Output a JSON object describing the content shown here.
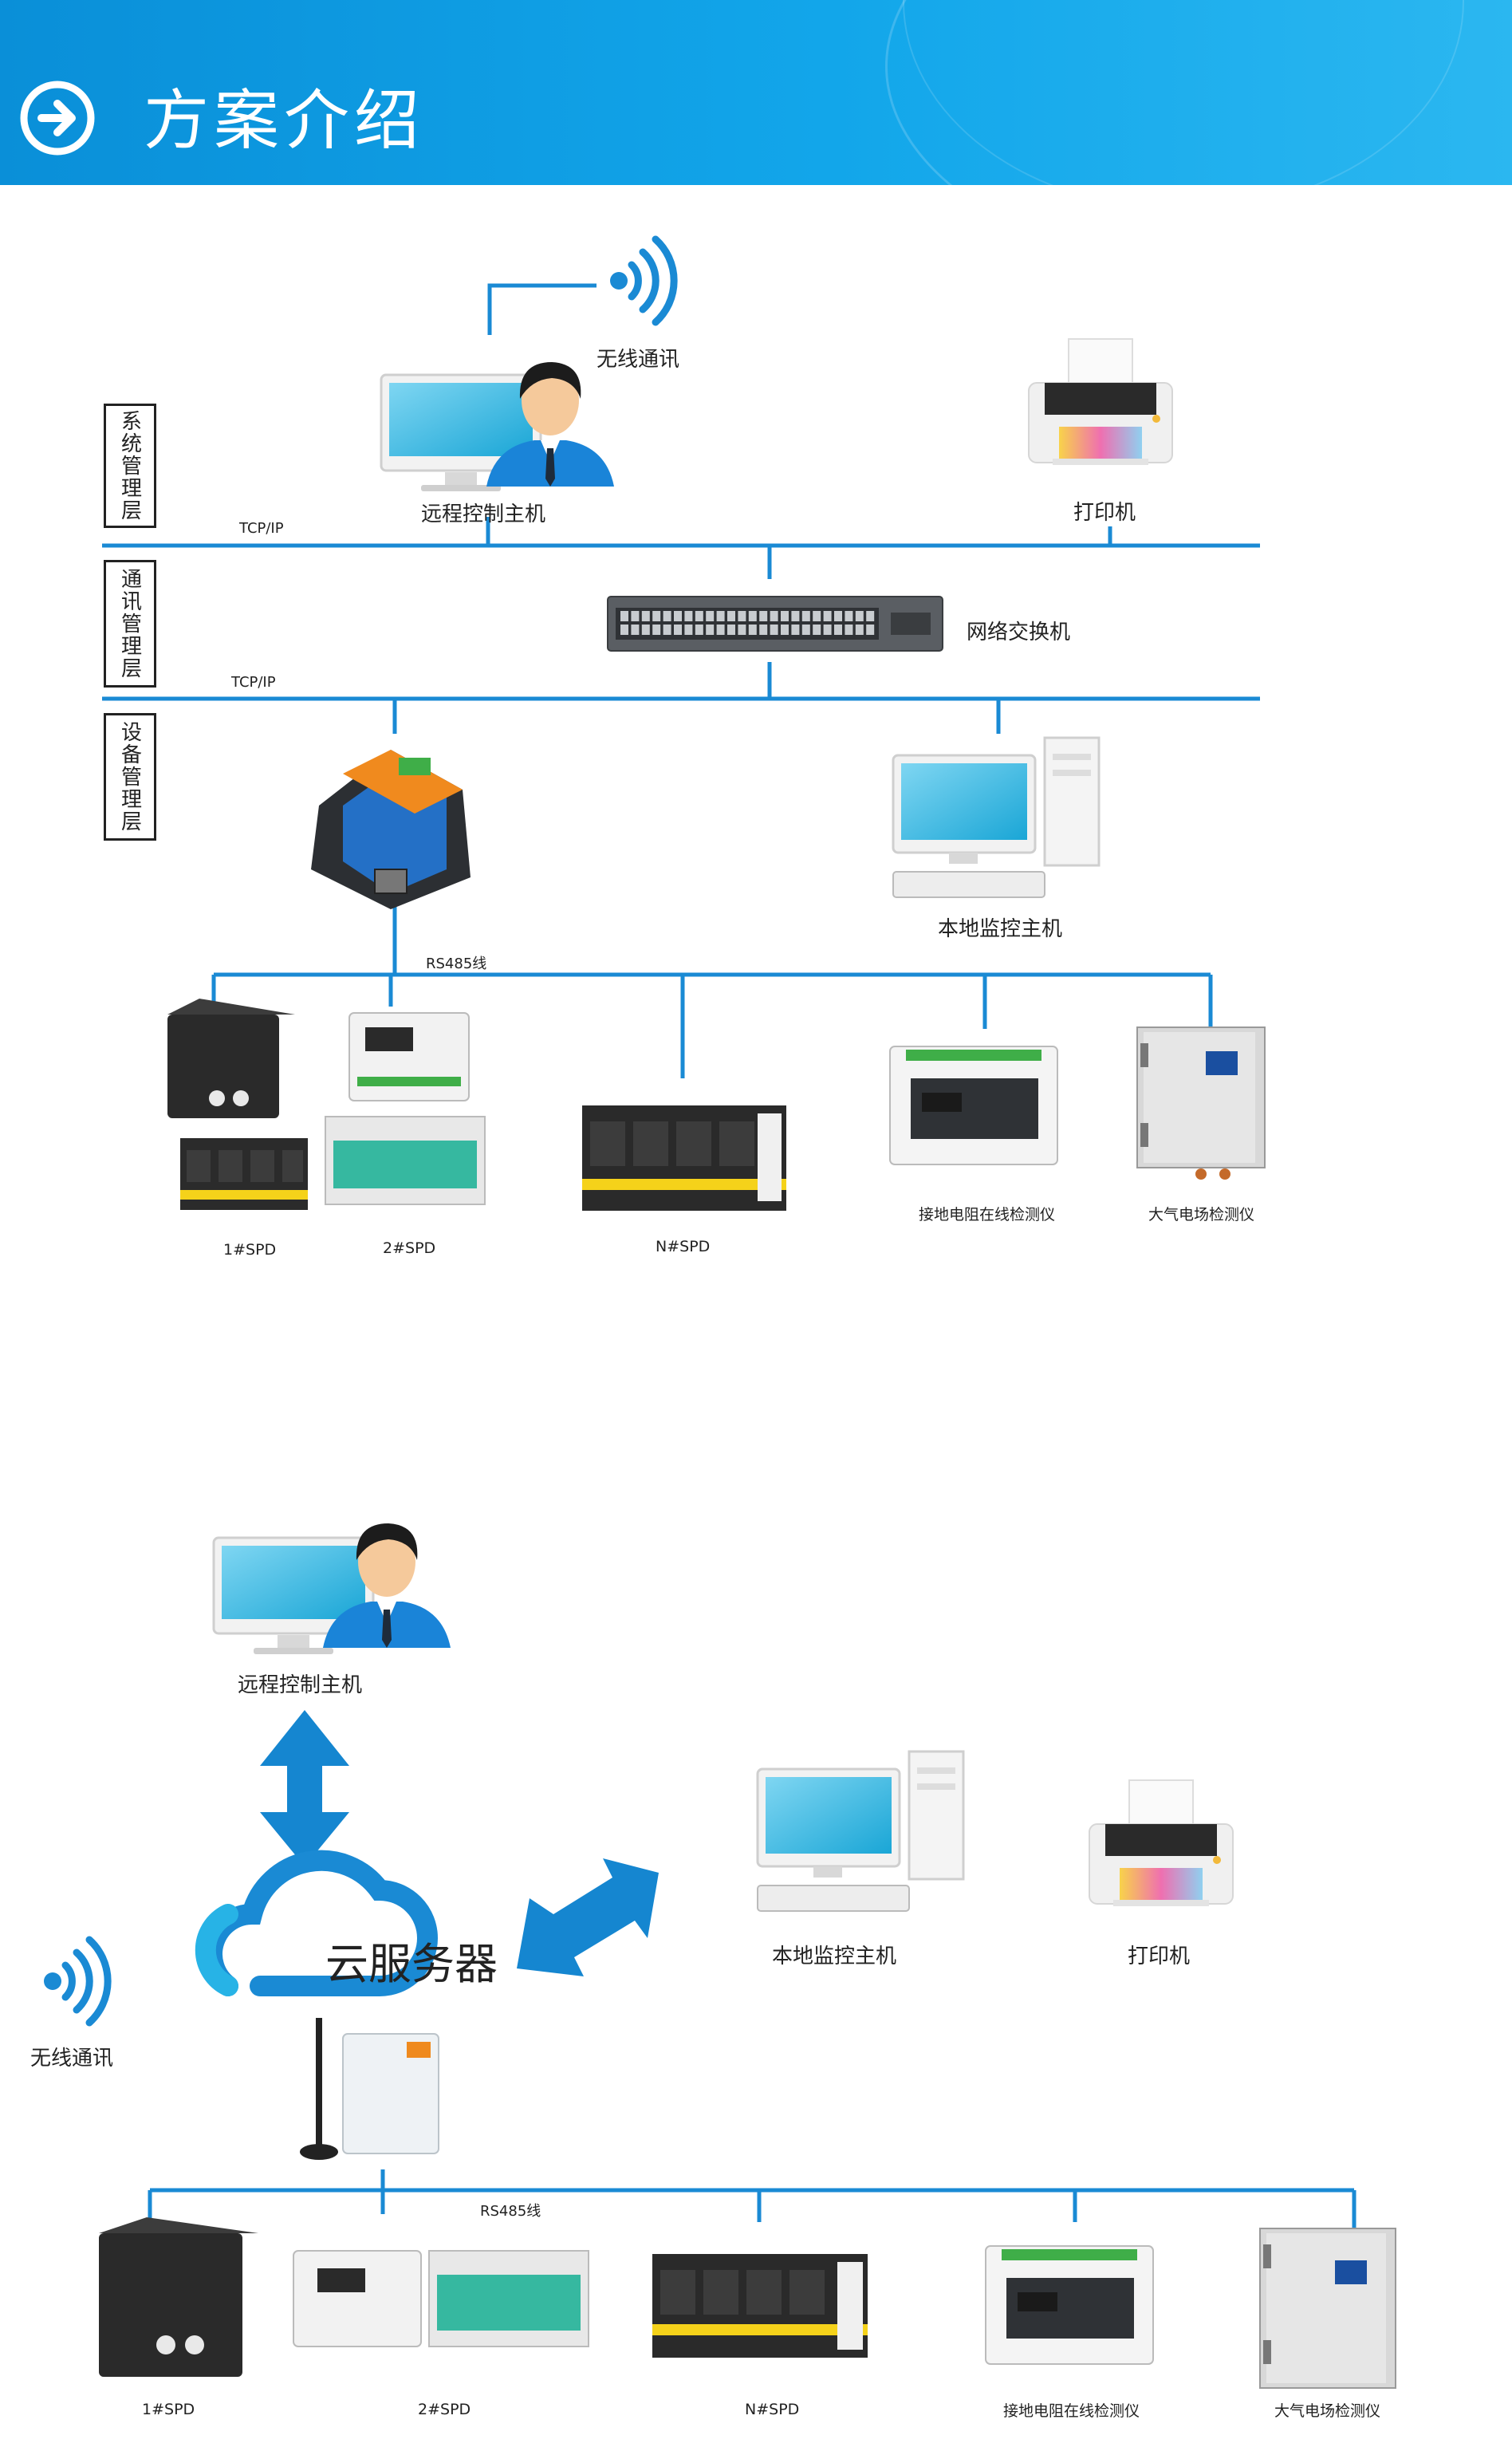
{
  "header": {
    "title": "方案介绍"
  },
  "top": {
    "layers": [
      "系统管理层",
      "通讯管理层",
      "设备管理层"
    ],
    "tcpip_1": "TCP/IP",
    "tcpip_2": "TCP/IP",
    "wireless": "无线通讯",
    "remote_host": "远程控制主机",
    "printer": "打印机",
    "switch": "网络交换机",
    "local_host": "本地监控主机",
    "rs485": "RS485线",
    "spd1": "1#SPD",
    "spd2": "2#SPD",
    "spdn": "N#SPD",
    "ground": "接地电阻在线检测仪",
    "field": "大气电场检测仪"
  },
  "bottom": {
    "remote_host": "远程控制主机",
    "cloud": "云服务器",
    "wireless": "无线通讯",
    "local_host": "本地监控主机",
    "printer": "打印机",
    "rs485": "RS485线",
    "spd1": "1#SPD",
    "spd2": "2#SPD",
    "spdn": "N#SPD",
    "ground": "接地电阻在线检测仪",
    "field": "大气电场检测仪"
  },
  "colors": {
    "header": "#0a8fd8",
    "line": "#1a8ad4",
    "arrow": "#1586d0"
  }
}
